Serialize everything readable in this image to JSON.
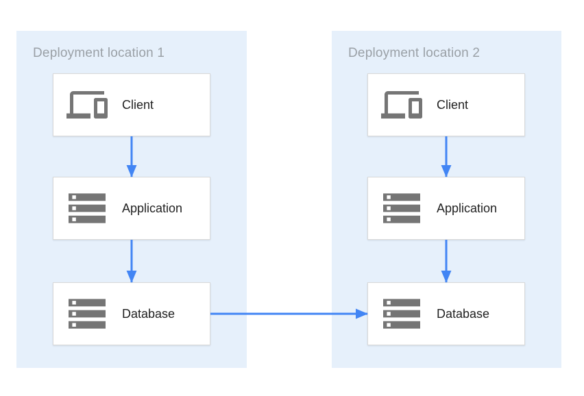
{
  "diagram": {
    "zones": [
      {
        "id": "zone1",
        "label": "Deployment location 1",
        "nodes": [
          {
            "id": "client1",
            "label": "Client",
            "icon": "devices-icon"
          },
          {
            "id": "app1",
            "label": "Application",
            "icon": "storage-icon"
          },
          {
            "id": "db1",
            "label": "Database",
            "icon": "storage-icon"
          }
        ]
      },
      {
        "id": "zone2",
        "label": "Deployment location 2",
        "nodes": [
          {
            "id": "client2",
            "label": "Client",
            "icon": "devices-icon"
          },
          {
            "id": "app2",
            "label": "Application",
            "icon": "storage-icon"
          },
          {
            "id": "db2",
            "label": "Database",
            "icon": "storage-icon"
          }
        ]
      }
    ],
    "edges": [
      {
        "from": "client1",
        "to": "app1"
      },
      {
        "from": "app1",
        "to": "db1"
      },
      {
        "from": "client2",
        "to": "app2"
      },
      {
        "from": "app2",
        "to": "db2"
      },
      {
        "from": "db1",
        "to": "db2"
      }
    ],
    "colors": {
      "zone_background": "#e6f0fb",
      "arrow": "#4285f4",
      "icon": "#757575",
      "node_border": "#d9d9d9",
      "node_label": "#212121",
      "zone_label": "#9aa0a6"
    }
  }
}
